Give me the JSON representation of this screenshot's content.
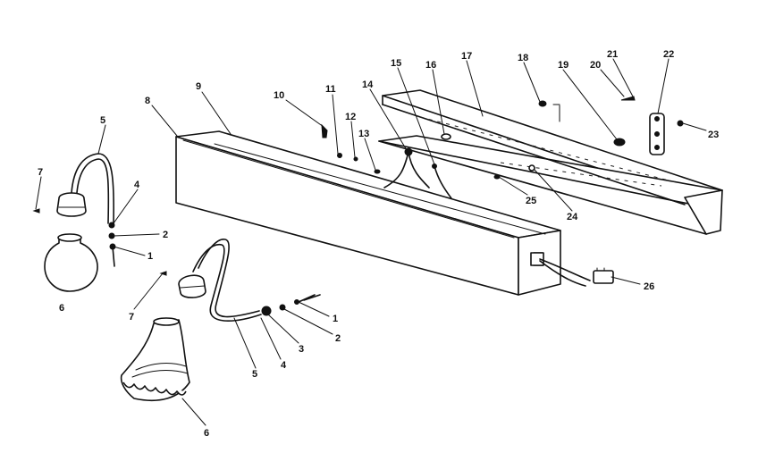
{
  "callouts": [
    {
      "id": "c5a",
      "text": "5"
    },
    {
      "id": "c8",
      "text": "8"
    },
    {
      "id": "c9",
      "text": "9"
    },
    {
      "id": "c10",
      "text": "10"
    },
    {
      "id": "c11",
      "text": "11"
    },
    {
      "id": "c12",
      "text": "12"
    },
    {
      "id": "c13",
      "text": "13"
    },
    {
      "id": "c14",
      "text": "14"
    },
    {
      "id": "c15",
      "text": "15"
    },
    {
      "id": "c16",
      "text": "16"
    },
    {
      "id": "c17",
      "text": "17"
    },
    {
      "id": "c18",
      "text": "18"
    },
    {
      "id": "c19",
      "text": "19"
    },
    {
      "id": "c20",
      "text": "20"
    },
    {
      "id": "c21",
      "text": "21"
    },
    {
      "id": "c22",
      "text": "22"
    },
    {
      "id": "c23",
      "text": "23"
    },
    {
      "id": "c7a",
      "text": "7"
    },
    {
      "id": "c4a",
      "text": "4"
    },
    {
      "id": "c2a",
      "text": "2"
    },
    {
      "id": "c1a",
      "text": "1"
    },
    {
      "id": "c6a",
      "text": "6"
    },
    {
      "id": "c7b",
      "text": "7"
    },
    {
      "id": "c25",
      "text": "25"
    },
    {
      "id": "c24",
      "text": "24"
    },
    {
      "id": "c26",
      "text": "26"
    },
    {
      "id": "c1b",
      "text": "1"
    },
    {
      "id": "c2b",
      "text": "2"
    },
    {
      "id": "c3",
      "text": "3"
    },
    {
      "id": "c4b",
      "text": "4"
    },
    {
      "id": "c5b",
      "text": "5"
    },
    {
      "id": "c6b",
      "text": "6"
    }
  ]
}
